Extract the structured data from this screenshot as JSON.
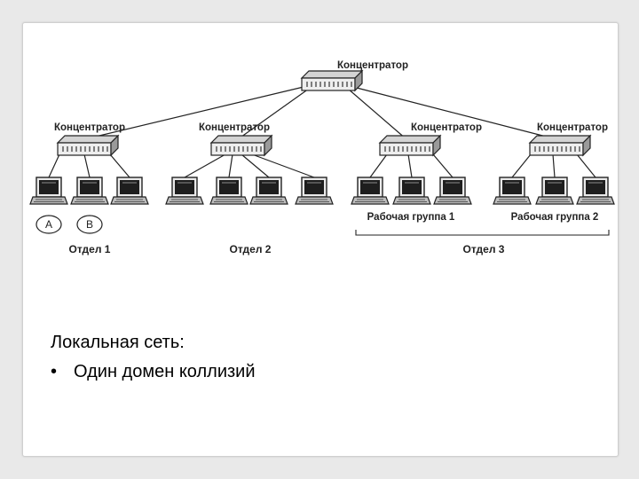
{
  "diagram": {
    "hub_label": "Концентратор",
    "workgroup_1": "Рабочая группа 1",
    "workgroup_2": "Рабочая группа 2",
    "department_1": "Отдел 1",
    "department_2": "Отдел 2",
    "department_3": "Отдел 3",
    "circle_a": "A",
    "circle_b": "B"
  },
  "text": {
    "heading": "Локальная сеть:",
    "bullet": "•",
    "item": "Один домен коллизий"
  }
}
